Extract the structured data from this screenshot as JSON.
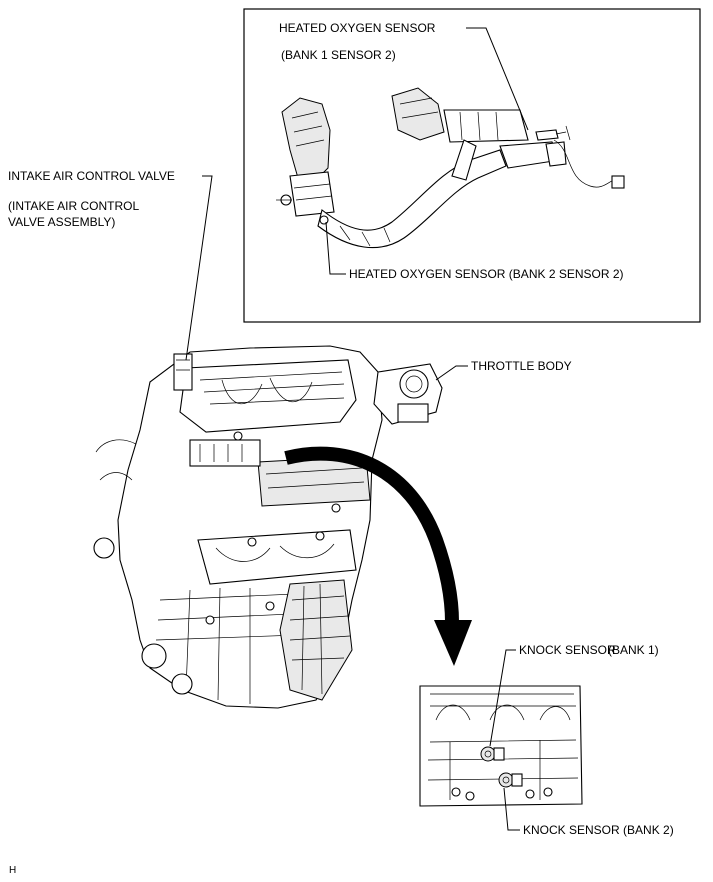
{
  "labels": {
    "o2_bank1": "HEATED OXYGEN SENSOR",
    "o2_bank1_sub": "(BANK 1 SENSOR 2)",
    "o2_bank2": "HEATED OXYGEN SENSOR (BANK 2 SENSOR 2)",
    "intake_valve": "INTAKE AIR CONTROL VALVE",
    "intake_valve_sub1": "(INTAKE AIR CONTROL",
    "intake_valve_sub2": "VALVE ASSEMBLY)",
    "throttle_body": "THROTTLE BODY",
    "knock_bank1_a": "KNOCK SENSOR",
    "knock_bank1_b": "(BANK 1)",
    "knock_bank2": "KNOCK SENSOR (BANK 2)",
    "corner_mark": "H"
  }
}
